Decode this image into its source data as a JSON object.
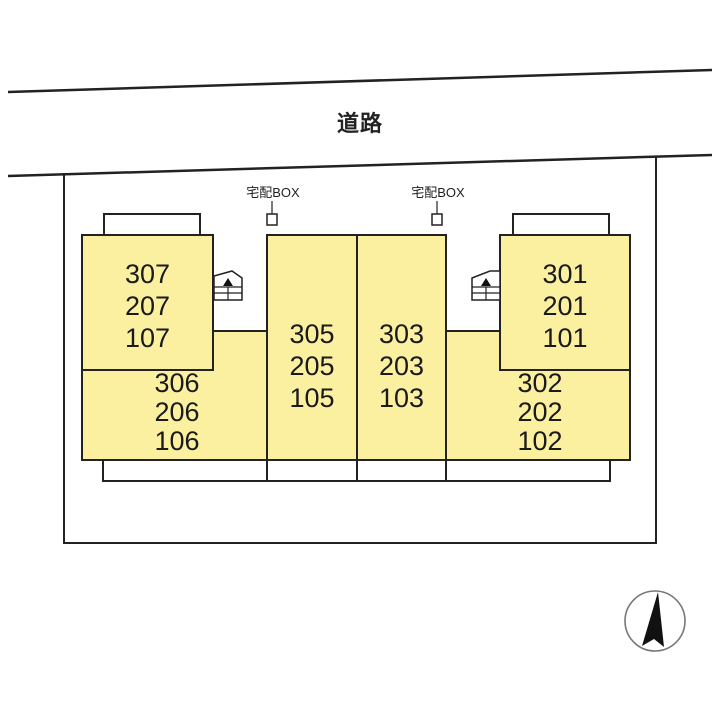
{
  "road": {
    "label": "道路"
  },
  "delivery_boxes": [
    {
      "label": "宅配BOX"
    },
    {
      "label": "宅配BOX"
    }
  ],
  "units": {
    "west_upper": [
      "307",
      "207",
      "107"
    ],
    "west_lower": [
      "306",
      "206",
      "106"
    ],
    "center_left": [
      "305",
      "205",
      "105"
    ],
    "center_right": [
      "303",
      "203",
      "103"
    ],
    "east_upper": [
      "301",
      "201",
      "101"
    ],
    "east_lower": [
      "302",
      "202",
      "102"
    ]
  },
  "icons": {
    "stairs_left": "stairs-up-icon",
    "stairs_right": "stairs-up-icon",
    "compass": "north-arrow-icon"
  },
  "colors": {
    "unit_fill": "#FBF0A0",
    "line": "#222222",
    "background": "#FFFFFF"
  }
}
